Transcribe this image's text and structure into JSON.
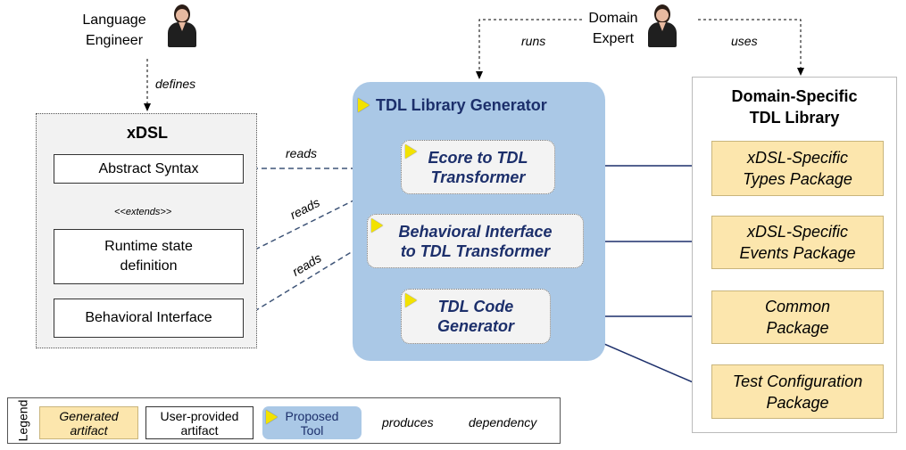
{
  "actors": {
    "language_engineer": {
      "line1": "Language",
      "line2": "Engineer"
    },
    "domain_expert": {
      "line1": "Domain",
      "line2": "Expert"
    }
  },
  "relations": {
    "defines": "defines",
    "runs": "runs",
    "uses": "uses",
    "reads_1": "reads",
    "reads_2": "reads",
    "reads_3": "reads",
    "extends": "<<extends>>"
  },
  "xdsl": {
    "title": "xDSL",
    "abstract_syntax": "Abstract Syntax",
    "runtime_line1": "Runtime state",
    "runtime_line2": "definition",
    "behavioral_interface": "Behavioral Interface"
  },
  "generator": {
    "title": "TDL Library Generator",
    "ecore_line1": "Ecore to TDL",
    "ecore_line2": "Transformer",
    "behav_line1": "Behavioral Interface",
    "behav_line2": "to TDL Transformer",
    "code_line1": "TDL Code",
    "code_line2": "Generator"
  },
  "library": {
    "title_line1": "Domain-Specific",
    "title_line2": "TDL Library",
    "types_line1": "xDSL-Specific",
    "types_line2": "Types Package",
    "events_line1": "xDSL-Specific",
    "events_line2": "Events Package",
    "common_line1": "Common",
    "common_line2": "Package",
    "testconf_line1": "Test Configuration",
    "testconf_line2": "Package"
  },
  "legend": {
    "title": "Legend",
    "generated_line1": "Generated",
    "generated_line2": "artifact",
    "user_line1": "User-provided",
    "user_line2": "artifact",
    "tool_line1": "Proposed",
    "tool_line2": "Tool",
    "produces": "produces",
    "dependency": "dependency"
  },
  "colors": {
    "generated_fill": "#fce6ad",
    "tool_fill": "#aac8e6",
    "tool_text": "#1c2f6b",
    "produces_arrow": "#1c2f6b",
    "dependency_arrow": "#3f5578",
    "triangle": "#f2e200"
  }
}
